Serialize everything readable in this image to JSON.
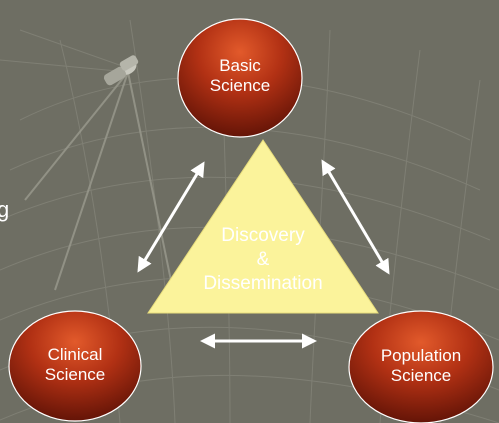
{
  "diagram": {
    "top_node": {
      "line1": "Basic",
      "line2": "Science"
    },
    "left_node": {
      "line1": "Clinical",
      "line2": "Science"
    },
    "right_node": {
      "line1": "Population",
      "line2": "Science"
    },
    "center": {
      "line1": "Discovery",
      "line2": "&",
      "line3": "Dissemination"
    },
    "edge_fragment": "g"
  },
  "colors": {
    "background": "#6e6e63",
    "node_fill": "#8e1c0c",
    "node_highlight": "#d8461f",
    "triangle_fill": "#fbf39b",
    "arrow": "#ffffff",
    "text": "#ffffff"
  }
}
